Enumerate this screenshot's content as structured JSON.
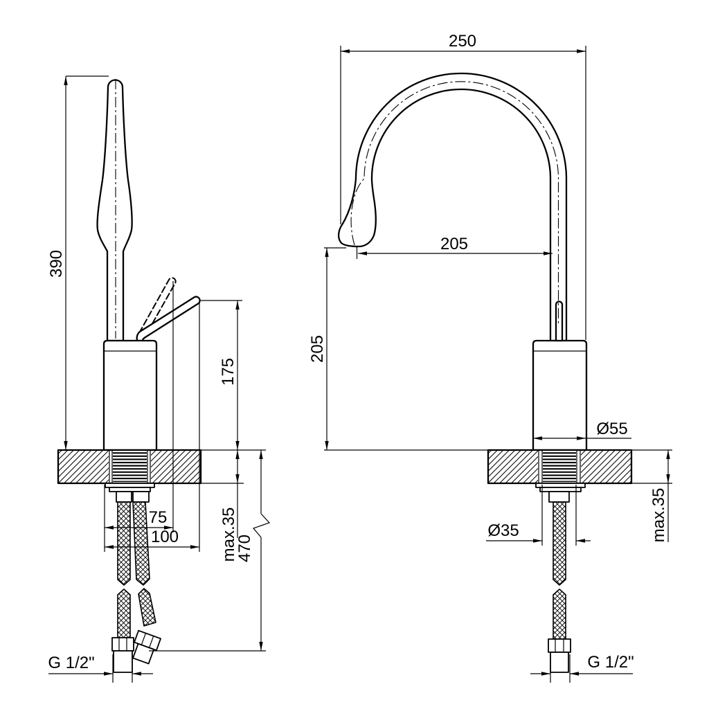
{
  "drawing": {
    "background_color": "#ffffff",
    "line_color": "#000000",
    "side_view": {
      "spout_height": "390",
      "body_height": "175",
      "handle_raised_reach": "75",
      "handle_reach": "100",
      "max_deck_thickness": "max.35",
      "hose_length": "470",
      "thread": "G 1/2\""
    },
    "front_view": {
      "overall_width": "250",
      "spout_reach": "205",
      "outlet_height": "205",
      "body_diameter": "Ø55",
      "hole_diameter": "Ø35",
      "max_deck_thickness": "max.35",
      "thread": "G 1/2\""
    }
  }
}
